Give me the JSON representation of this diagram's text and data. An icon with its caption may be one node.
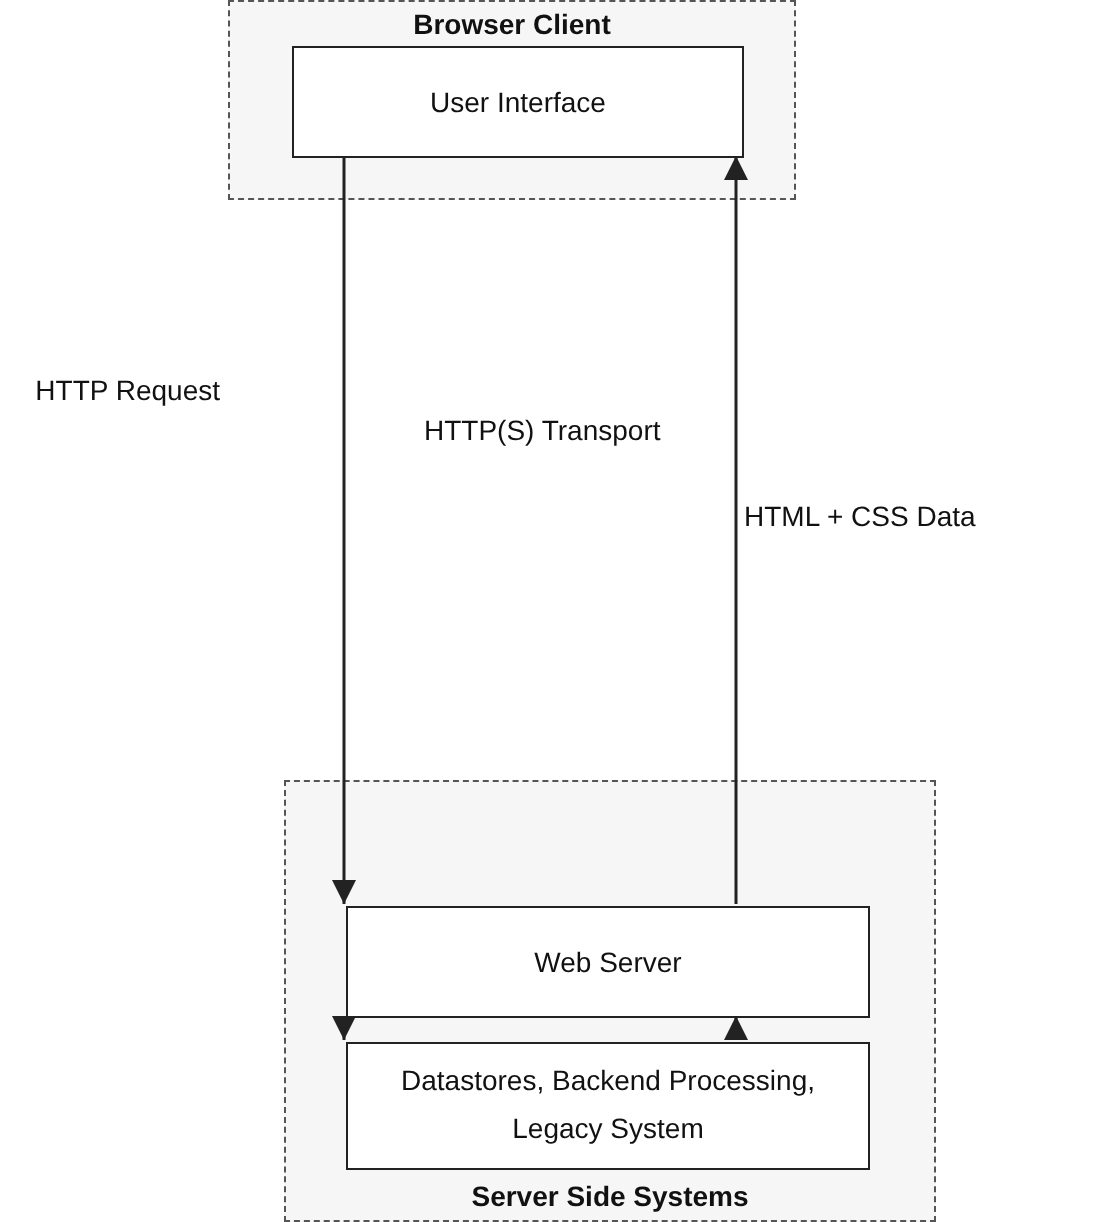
{
  "diagram": {
    "nodes": [
      {
        "text": [
          "Browser Client"
        ]
      },
      {
        "text": [
          "User Interface"
        ],
        "in": 0
      },
      {
        "text": [
          "Server Side Systems"
        ]
      },
      {
        "text": [
          "Web Server"
        ],
        "in": 2
      },
      {
        "text": [
          "Datastores, Backend Processing, Legacy System"
        ],
        "in": 2
      }
    ],
    "edges": [
      {
        "from": 1,
        "to": 3,
        "arrow": "to",
        "label": "HTTP Request"
      },
      {
        "from": 3,
        "to": 1,
        "arrow": "to",
        "label": "HTML + CSS Data"
      },
      {
        "from": 3,
        "to": 4,
        "arrow": "to"
      },
      {
        "from": 4,
        "to": 3,
        "arrow": "to"
      }
    ],
    "labels": [
      "HTTP(S) Transport"
    ]
  }
}
